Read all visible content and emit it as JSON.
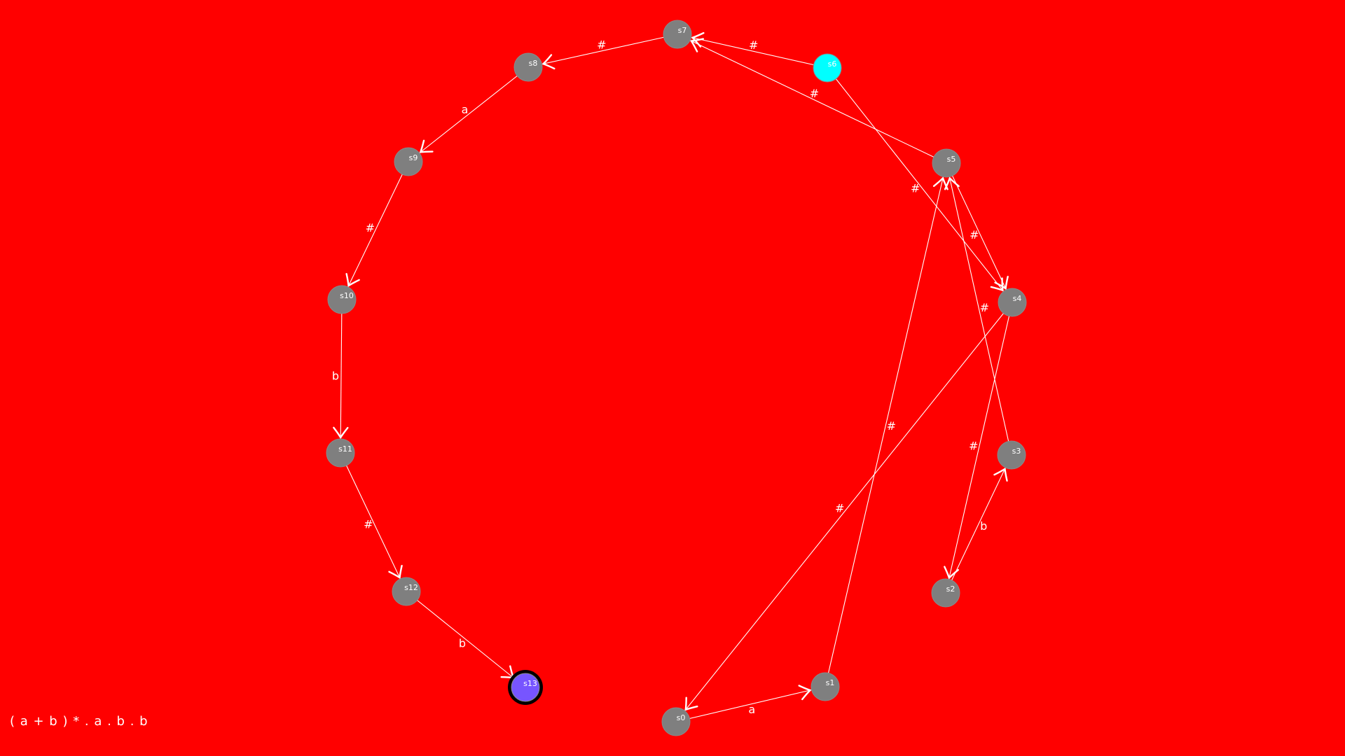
{
  "regex": "( a + b ) * . a . b . b",
  "colors": {
    "background": "#ff0000",
    "state": "#7f7f7f",
    "initial_state": "#00ffff",
    "final_state": "#7755ff",
    "final_ring": "#000000",
    "edge": "#ffffff"
  },
  "states": [
    {
      "id": "s0",
      "label": "s0"
    },
    {
      "id": "s1",
      "label": "s1"
    },
    {
      "id": "s2",
      "label": "s2"
    },
    {
      "id": "s3",
      "label": "s3"
    },
    {
      "id": "s4",
      "label": "s4"
    },
    {
      "id": "s5",
      "label": "s5"
    },
    {
      "id": "s6",
      "label": "s6",
      "initial": true
    },
    {
      "id": "s7",
      "label": "s7"
    },
    {
      "id": "s8",
      "label": "s8"
    },
    {
      "id": "s9",
      "label": "s9"
    },
    {
      "id": "s10",
      "label": "s10"
    },
    {
      "id": "s11",
      "label": "s11"
    },
    {
      "id": "s12",
      "label": "s12"
    },
    {
      "id": "s13",
      "label": "s13",
      "final": true
    }
  ],
  "transitions": [
    {
      "from": "s6",
      "to": "s7",
      "label": "#"
    },
    {
      "from": "s6",
      "to": "s4",
      "label": "#"
    },
    {
      "from": "s5",
      "to": "s7",
      "label": "#"
    },
    {
      "from": "s7",
      "to": "s8",
      "label": "#"
    },
    {
      "from": "s8",
      "to": "s9",
      "label": "a"
    },
    {
      "from": "s9",
      "to": "s10",
      "label": "#"
    },
    {
      "from": "s10",
      "to": "s11",
      "label": "b"
    },
    {
      "from": "s11",
      "to": "s12",
      "label": "#"
    },
    {
      "from": "s12",
      "to": "s13",
      "label": "b"
    },
    {
      "from": "s5",
      "to": "s4",
      "label": "#"
    },
    {
      "from": "s4",
      "to": "s0",
      "label": "#"
    },
    {
      "from": "s4",
      "to": "s2",
      "label": "#"
    },
    {
      "from": "s0",
      "to": "s1",
      "label": "a"
    },
    {
      "from": "s1",
      "to": "s5",
      "label": "#"
    },
    {
      "from": "s2",
      "to": "s3",
      "label": "b"
    },
    {
      "from": "s3",
      "to": "s5",
      "label": "#"
    }
  ]
}
